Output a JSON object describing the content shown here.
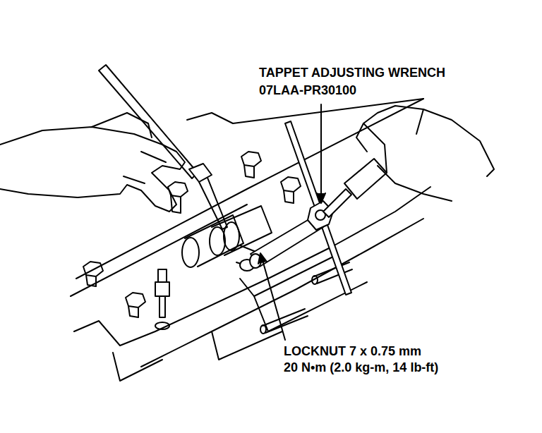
{
  "diagram": {
    "labels": [
      "TAPPET ADJUSTING WRENCH",
      "07LAA-PR30100",
      "LOCKNUT 7 x 0.75 mm",
      "20 N•m (2.0 kg-m, 14 lb-ft)"
    ]
  }
}
